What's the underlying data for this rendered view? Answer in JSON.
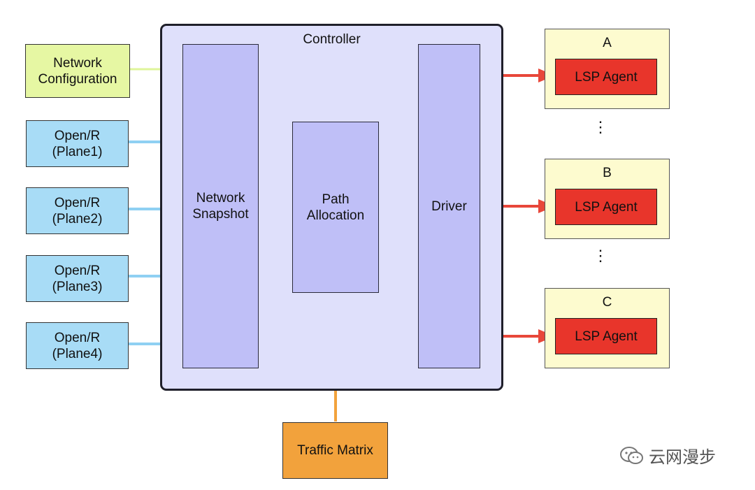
{
  "controller": {
    "title": "Controller",
    "network_snapshot": [
      "Network",
      "Snapshot"
    ],
    "path_allocation": [
      "Path",
      "Allocation"
    ],
    "driver": "Driver"
  },
  "inputs": {
    "network_configuration": [
      "Network",
      "Configuration"
    ],
    "openr": [
      {
        "line1": "Open/R",
        "line2": "(Plane1)"
      },
      {
        "line1": "Open/R",
        "line2": "(Plane2)"
      },
      {
        "line1": "Open/R",
        "line2": "(Plane3)"
      },
      {
        "line1": "Open/R",
        "line2": "(Plane4)"
      }
    ]
  },
  "traffic_matrix": "Traffic Matrix",
  "routers": [
    {
      "name": "A",
      "agent": "LSP Agent"
    },
    {
      "name": "B",
      "agent": "LSP Agent"
    },
    {
      "name": "C",
      "agent": "LSP Agent"
    }
  ],
  "ellipsis": "⋮",
  "watermark": {
    "text": "云网漫步",
    "icon": "wechat-icon"
  },
  "colors": {
    "controller_bg": "#dfe0fb",
    "inner_box": "#bfbff7",
    "config_box": "#e6f7a3",
    "openr_box": "#a8dcf6",
    "router_box": "#fdfbcf",
    "lsp_agent": "#e8352b",
    "traffic_matrix": "#f2a23c",
    "arrow_config": "#dff59a",
    "arrow_openr": "#8fd0f3",
    "arrow_output": "#e8473a",
    "arrow_traffic": "#f2a23c",
    "arrow_internal": "#111111"
  }
}
